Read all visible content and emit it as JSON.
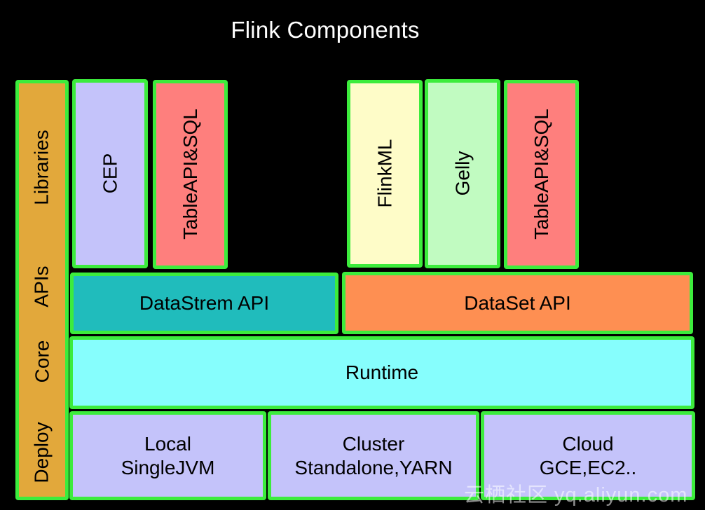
{
  "title": "Flink Components",
  "layers": {
    "libraries": "Libraries",
    "apis": "APIs",
    "core": "Core",
    "deploy": "Deploy"
  },
  "libraries": {
    "stream": [
      {
        "label": "CEP",
        "color": "#c4c3fa"
      },
      {
        "label": "TableAPI&SQL",
        "color": "#fe7f7d"
      }
    ],
    "batch": [
      {
        "label": "FlinkML",
        "color": "#fefcc8"
      },
      {
        "label": "Gelly",
        "color": "#c1fbc1"
      },
      {
        "label": "TableAPI&SQL",
        "color": "#fe7f7d"
      }
    ]
  },
  "apis": [
    {
      "label": "DataStrem API",
      "color": "#20bcbc"
    },
    {
      "label": "DataSet API",
      "color": "#fe8f52"
    }
  ],
  "core": {
    "label": "Runtime",
    "color": "#86fefd"
  },
  "deploy": [
    {
      "line1": "Local",
      "line2": "SingleJVM"
    },
    {
      "line1": "Cluster",
      "line2": "Standalone,YARN"
    },
    {
      "line1": "Cloud",
      "line2": "GCE,EC2.."
    }
  ],
  "colors": {
    "background": "#000000",
    "border": "#3cec3c",
    "layer_bar": "#e2a83b",
    "deploy": "#c4c3fa"
  },
  "watermark": "云栖社区 yq.aliyun.com"
}
